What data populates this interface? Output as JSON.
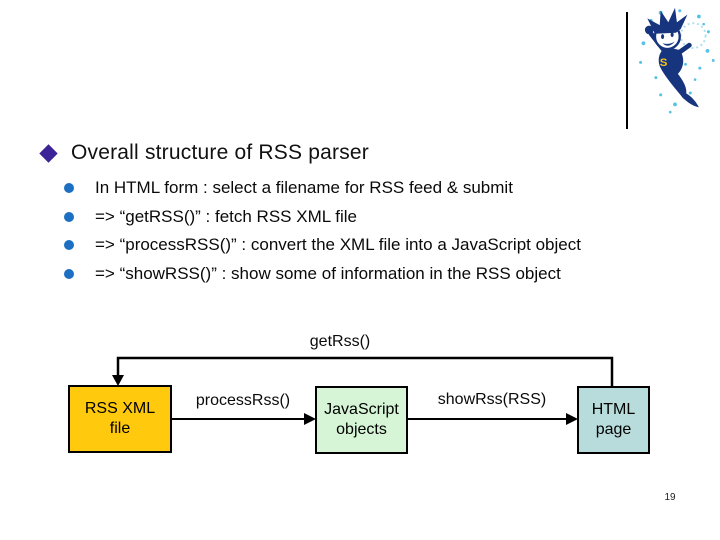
{
  "title": {
    "text": "Overall structure of RSS parser"
  },
  "bullets": [
    "In HTML form : select a filename for RSS feed & submit",
    "=> “getRSS()” : fetch RSS XML file",
    "=> “processRSS()” : convert the XML file into a JavaScript object",
    "=> “showRSS()” : show some of information in the RSS object"
  ],
  "diagram": {
    "top_label": "getRss()",
    "edge_labels": [
      "processRss()",
      "showRss(RSS)"
    ],
    "nodes": [
      {
        "label_line1": "RSS XML",
        "label_line2": "file",
        "color": "#FFC90E"
      },
      {
        "label_line1": "JavaScript",
        "label_line2": "objects",
        "color": "#D6F5D6"
      },
      {
        "label_line1": "HTML",
        "label_line2": "page",
        "color": "#B8DCDC"
      }
    ]
  },
  "page_number": "19",
  "colors": {
    "title_bullet": "#3D2398",
    "sub_bullet": "#1C6FC2",
    "connector_line": "#000000",
    "mascot_navy": "#17357E",
    "mascot_snow_blue": "#56C3E6",
    "mascot_yellow": "#F5C518"
  }
}
